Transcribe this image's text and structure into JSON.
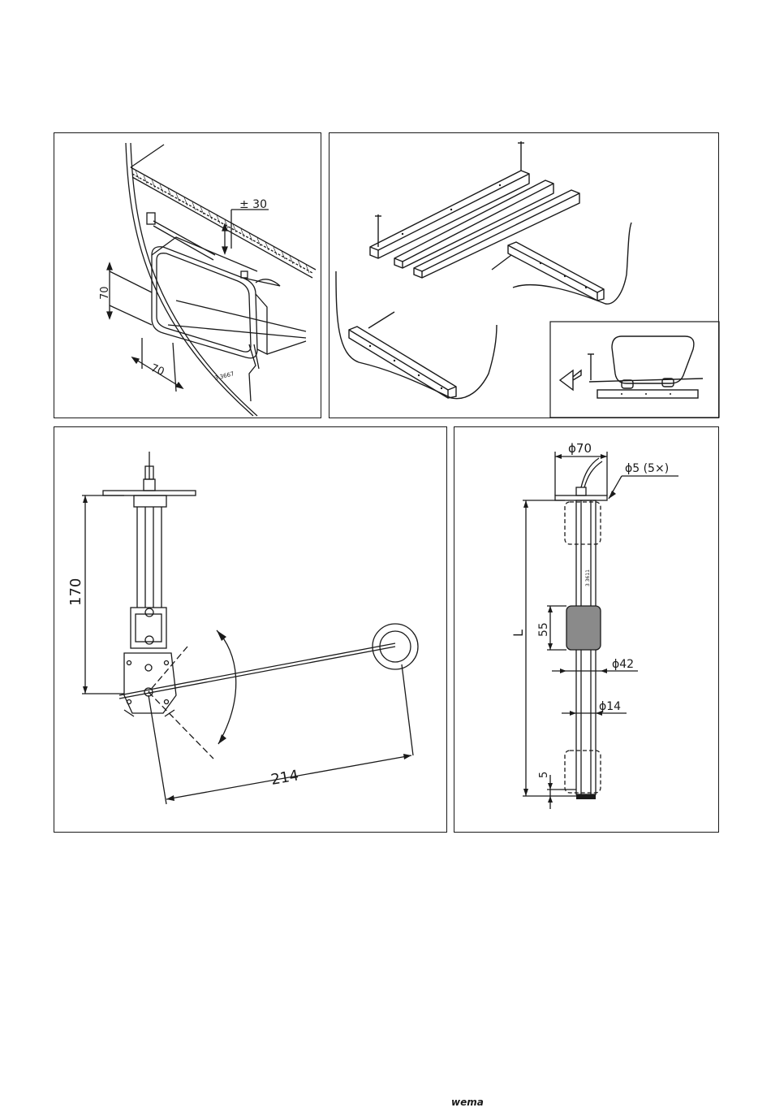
{
  "panel_tank": {
    "offset_label": "± 30",
    "height_label": "70",
    "width_label": "70",
    "code_label": "3 3667"
  },
  "panel_hanger": {},
  "panel_lever": {
    "height_label": "170",
    "arm_label": "214"
  },
  "panel_float": {
    "flange_dia_label": "ϕ70",
    "hole_label": "ϕ5 (5×)",
    "length_label": "L",
    "float_height_label": "55",
    "float_dia_label": "ϕ42",
    "tube_dia_label": "ϕ14",
    "bottom_gap_label": "5",
    "tube_code_label": "3 3611"
  },
  "footer": {
    "logo_text": "wema"
  }
}
